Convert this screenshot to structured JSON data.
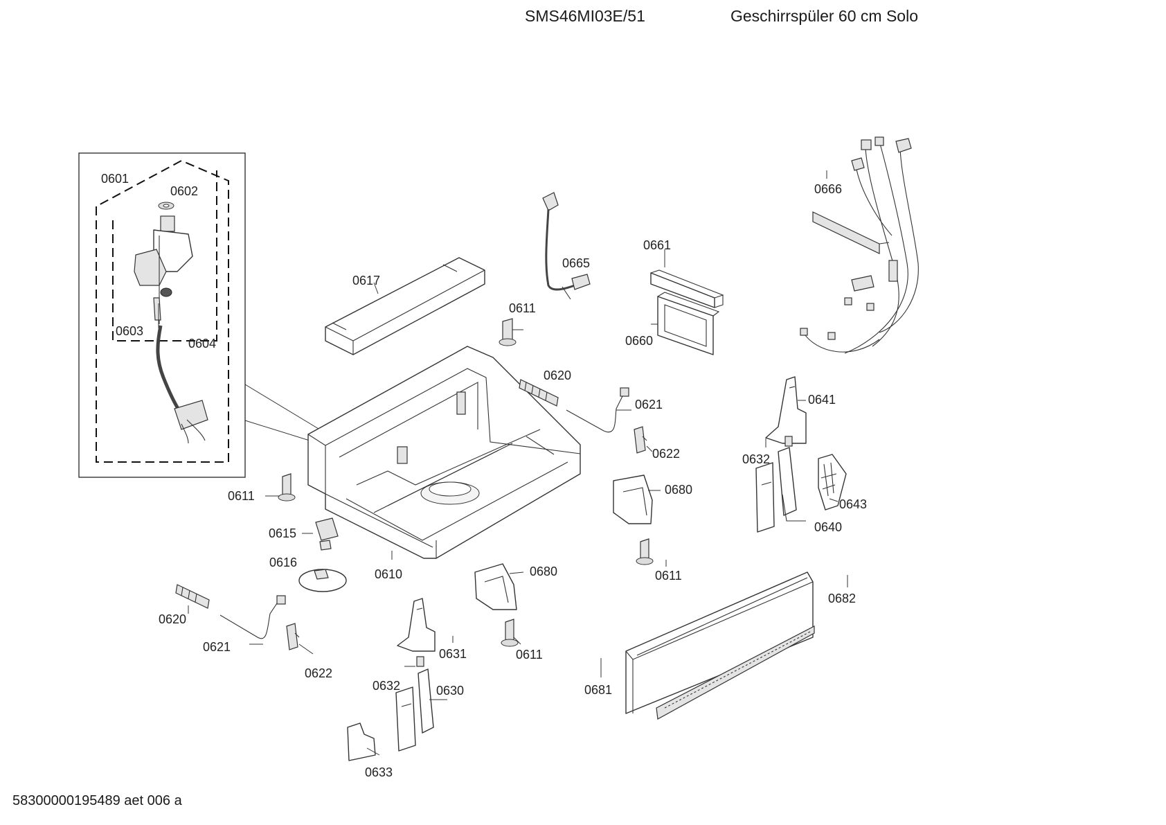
{
  "header": {
    "model": "SMS46MI03E/51",
    "title": "Geschirrspüler 60 cm Solo"
  },
  "footer": {
    "code": "58300000195489 aet 006 a"
  },
  "labels": {
    "p0601": "0601",
    "p0602": "0602",
    "p0603": "0603",
    "p0604": "0604",
    "p0610": "0610",
    "p0611a": "0611",
    "p0611b": "0611",
    "p0611c": "0611",
    "p0611d": "0611",
    "p0615": "0615",
    "p0616": "0616",
    "p0617": "0617",
    "p0620a": "0620",
    "p0620b": "0620",
    "p0621a": "0621",
    "p0621b": "0621",
    "p0622a": "0622",
    "p0622b": "0622",
    "p0630": "0630",
    "p0631": "0631",
    "p0632a": "0632",
    "p0632b": "0632",
    "p0633": "0633",
    "p0640": "0640",
    "p0641": "0641",
    "p0643": "0643",
    "p0660": "0660",
    "p0661": "0661",
    "p0665": "0665",
    "p0666": "0666",
    "p0680a": "0680",
    "p0680b": "0680",
    "p0681": "0681",
    "p0682": "0682"
  }
}
